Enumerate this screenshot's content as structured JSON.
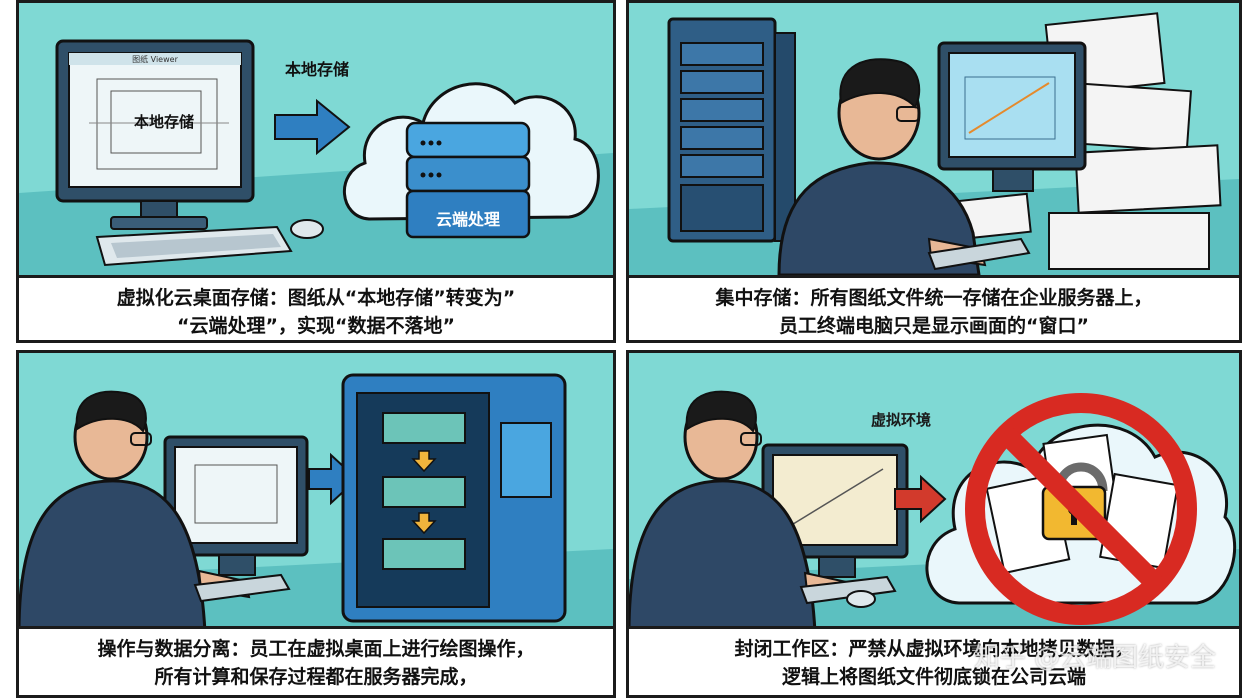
{
  "panels": [
    {
      "labels": {
        "monitor_text": "本地存储",
        "arrow_label": "本地存储",
        "server_text": "云端处理",
        "monitor_title": "图纸 Viewer"
      },
      "caption": [
        "虚拟化云桌面存储：图纸从“本地存储”转变为”",
        "“云端处理”，实现“数据不落地”"
      ]
    },
    {
      "caption": [
        "集中存储：所有图纸文件统一存储在企业服务器上，",
        "员工终端电脑只是显示画面的“窗口”"
      ]
    },
    {
      "caption": [
        "操作与数据分离：员工在虚拟桌面上进行绘图操作，",
        "所有计算和保存过程都在服务器完成，"
      ]
    },
    {
      "labels": {
        "cloud_label": "虚拟环境"
      },
      "caption": [
        "封闭工作区：严禁从虚拟环境向本地拷贝数据，",
        "逻辑上将图纸文件彻底锁在公司云端"
      ]
    }
  ],
  "watermark": "知乎 @云端图纸安全"
}
